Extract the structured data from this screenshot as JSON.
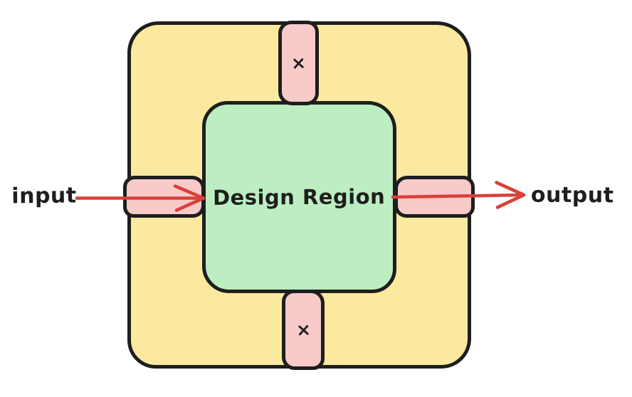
{
  "diagram": {
    "design_region": {
      "label": "Design Region",
      "fill": "#bceec1"
    },
    "outer_box": {
      "fill": "#fbe9a0"
    },
    "ports": {
      "top": {
        "marker": "×",
        "fill": "#f8caca"
      },
      "bottom": {
        "marker": "×",
        "fill": "#f8caca"
      },
      "left": {
        "fill": "#f8caca"
      },
      "right": {
        "fill": "#f8caca"
      }
    },
    "input": {
      "label": "input"
    },
    "output": {
      "label": "output"
    },
    "colors": {
      "stroke": "#1e1e1e",
      "arrow": "#d8413a",
      "text": "#1e1e1e",
      "background": "#ffffff"
    }
  }
}
